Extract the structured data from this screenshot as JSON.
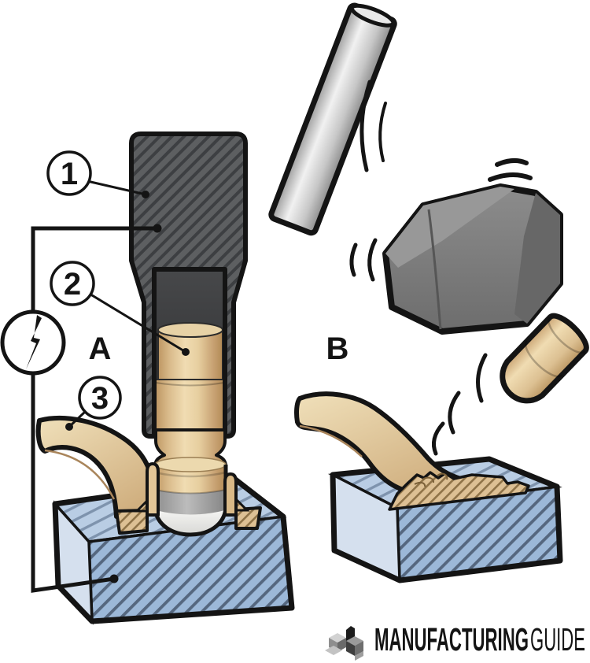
{
  "figure": {
    "scene_a": {
      "label": "A",
      "callouts": {
        "c1": "1",
        "c2": "2",
        "c3": "3"
      }
    },
    "scene_b": {
      "label": "B"
    }
  },
  "branding": {
    "wordmark_bold": "MANUFACTURING",
    "wordmark_light": "GUIDE"
  },
  "icons": {
    "power_source": "lightning-bolt-circle",
    "logo_mark": "isometric-cube-cluster",
    "motion": "speed-arc-lines"
  },
  "colors": {
    "background": "#ffffff",
    "outline": "#141414",
    "chuck_gray": "#5d5f61",
    "chuck_hatch": "#3d3f42",
    "stud_tan": "#e6cb9d",
    "bracket_tan": "#e0c294",
    "workpiece_blue": "#9cb8d8",
    "workpiece_blue_top": "#b9cde4",
    "workpiece_blue_side": "#d5e0ee",
    "hammer_gray": "#7a7a7a",
    "weld_collar_gray": "#a6a6a6",
    "weld_pool_white": "#ebebe9"
  }
}
